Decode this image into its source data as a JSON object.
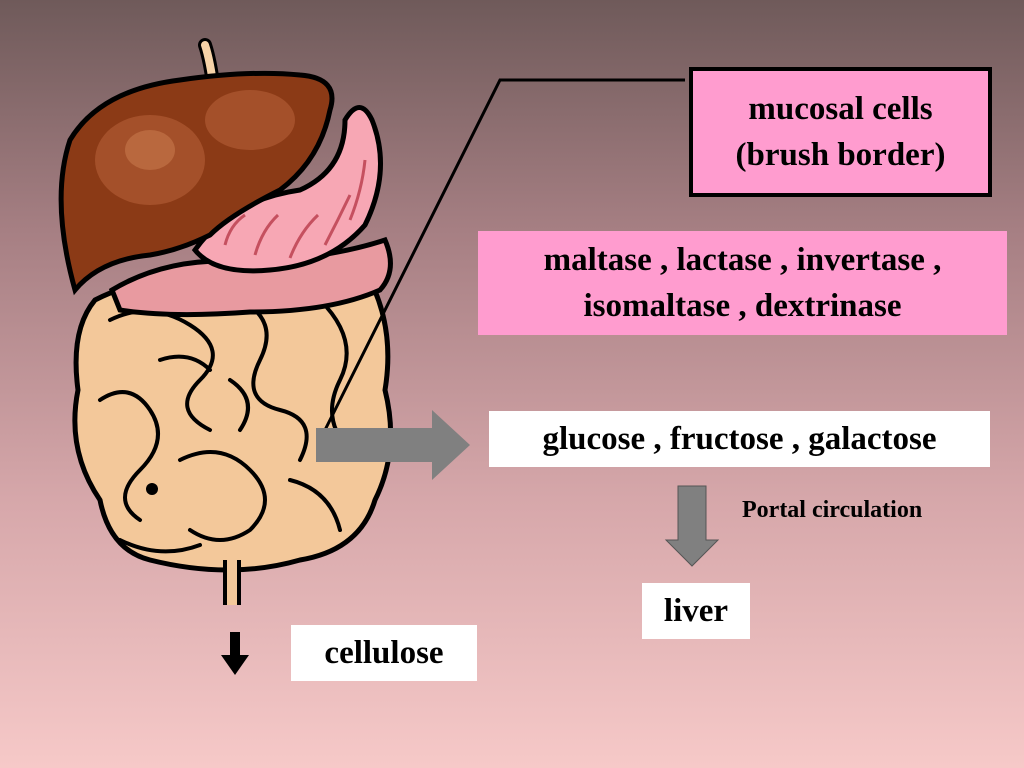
{
  "slide": {
    "mucosal_box": {
      "line1": "mucosal cells",
      "line2": "(brush border)"
    },
    "enzymes_box": {
      "line1": "maltase , lactase , invertase ,",
      "line2": "isomaltase , dextrinase"
    },
    "sugars_box": {
      "text": "glucose , fructose , galactose"
    },
    "portal_label": {
      "text": "Portal circulation"
    },
    "liver_box": {
      "text": "liver"
    },
    "cellulose_box": {
      "text": "cellulose"
    }
  },
  "colors": {
    "pink_box": "#ff9ccf",
    "arrow_gray": "#808080",
    "liver_brown": "#8b3a16",
    "stomach_pink": "#f7a7b4",
    "intestine_tan": "#f3c89a"
  }
}
